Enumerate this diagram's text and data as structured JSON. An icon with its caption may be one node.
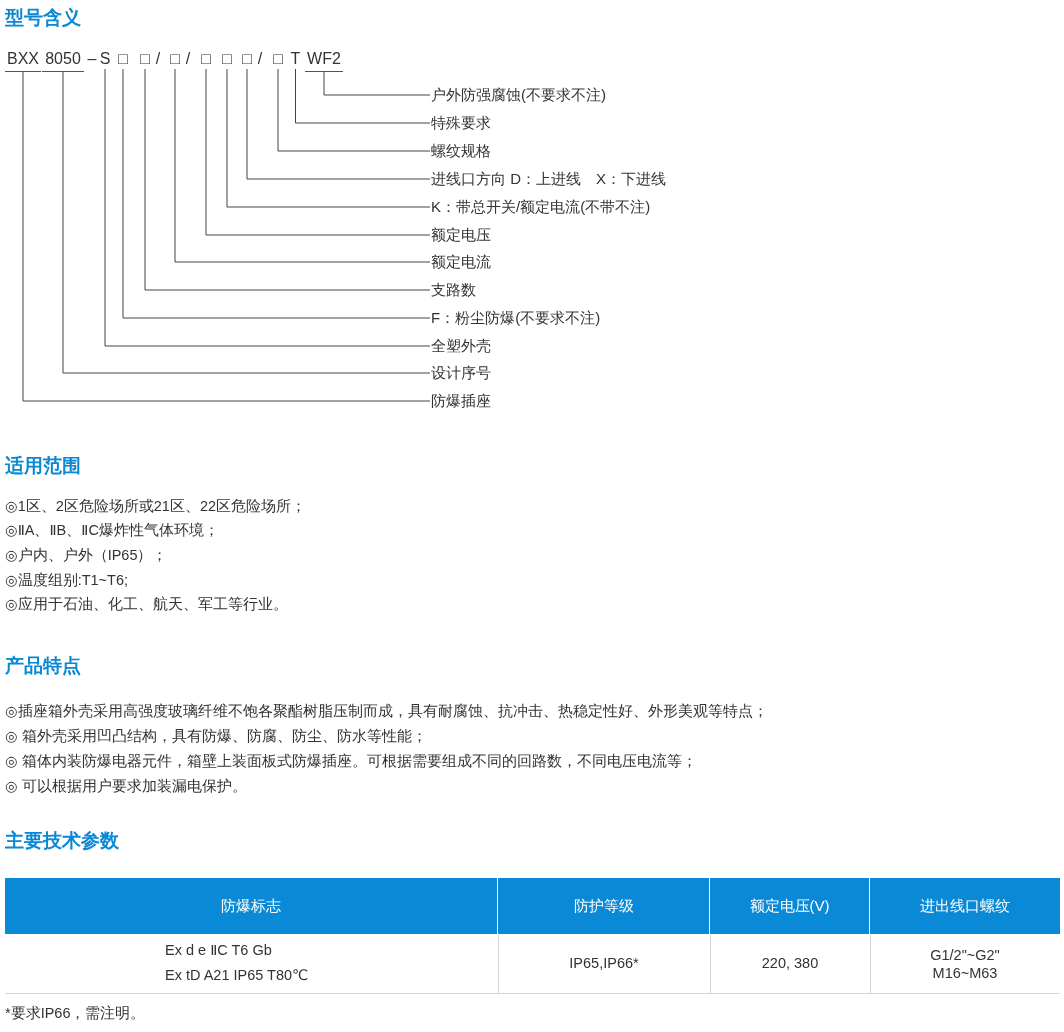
{
  "diagram": {
    "nodes": [
      {
        "text": [
          "BXX"
        ]
      },
      {
        "text": [
          "8050"
        ]
      },
      {
        "text": [
          "S"
        ]
      },
      {
        "text": [
          "□"
        ]
      },
      {
        "text": [
          "□"
        ]
      },
      {
        "text": [
          "□"
        ]
      },
      {
        "text": [
          "□"
        ]
      },
      {
        "text": [
          "□"
        ]
      },
      {
        "text": [
          "□"
        ]
      },
      {
        "text": [
          "□"
        ]
      },
      {
        "text": [
          "T"
        ]
      },
      {
        "text": [
          "WF2"
        ]
      },
      {
        "text": [
          "户外防强腐蚀(不要求不注)"
        ]
      },
      {
        "text": [
          "特殊要求"
        ]
      },
      {
        "text": [
          "螺纹规格"
        ]
      },
      {
        "text": [
          "进线口方向 D：上进线　X：下进线"
        ]
      },
      {
        "text": [
          "K：带总开关/额定电流(不带不注)"
        ]
      },
      {
        "text": [
          "额定电压"
        ]
      },
      {
        "text": [
          "额定电流"
        ]
      },
      {
        "text": [
          "支路数"
        ]
      },
      {
        "text": [
          "F：粉尘防爆(不要求不注)"
        ]
      },
      {
        "text": [
          "全塑外壳"
        ]
      },
      {
        "text": [
          "设计序号"
        ]
      },
      {
        "text": [
          "防爆插座"
        ]
      }
    ],
    "edges": [
      {
        "from": 0,
        "to": 23,
        "arrow": "none"
      },
      {
        "from": 1,
        "to": 22,
        "arrow": "none"
      },
      {
        "from": 2,
        "to": 21,
        "arrow": "none"
      },
      {
        "from": 3,
        "to": 20,
        "arrow": "none"
      },
      {
        "from": 4,
        "to": 19,
        "arrow": "none"
      },
      {
        "from": 5,
        "to": 18,
        "arrow": "none"
      },
      {
        "from": 6,
        "to": 17,
        "arrow": "none"
      },
      {
        "from": 7,
        "to": 16,
        "arrow": "none"
      },
      {
        "from": 8,
        "to": 15,
        "arrow": "none"
      },
      {
        "from": 9,
        "to": 14,
        "arrow": "none"
      },
      {
        "from": 10,
        "to": 13,
        "arrow": "none"
      },
      {
        "from": 11,
        "to": 12,
        "arrow": "none"
      }
    ],
    "labels": [
      "型号含义",
      "–",
      "/",
      "/",
      "/",
      "适用范围",
      "◎1区、2区危险场所或21区、22区危险场所；",
      "◎ⅡA、ⅡB、ⅡC爆炸性气体环境；",
      "◎户内、户外（IP65）；",
      "◎温度组别:T1~T6;",
      "◎应用于石油、化工、航天、军工等行业。",
      "产品特点",
      "◎插座箱外壳采用高强度玻璃纤维不饱各聚酯树脂压制而成，具有耐腐蚀、抗冲击、热稳定性好、外形美观等特点；",
      "◎ 箱外壳采用凹凸结构，具有防爆、防腐、防尘、防水等性能；",
      "◎ 箱体内装防爆电器元件，箱壁上装面板式防爆插座。可根据需要组成不同的回路数，不同电压电流等；",
      "◎ 可以根据用户要求加装漏电保护。",
      "主要技术参数",
      "防爆标志",
      "防护等级",
      "额定电压(V)",
      "进出线口螺纹",
      "Ex d e ⅡC T6 Gb",
      "Ex tD A21 IP65 T80℃",
      "IP65,IP66*",
      "220, 380",
      "G1/2\"~G2\"",
      "M16~M63",
      "*要求IP66，需注明。"
    ]
  }
}
